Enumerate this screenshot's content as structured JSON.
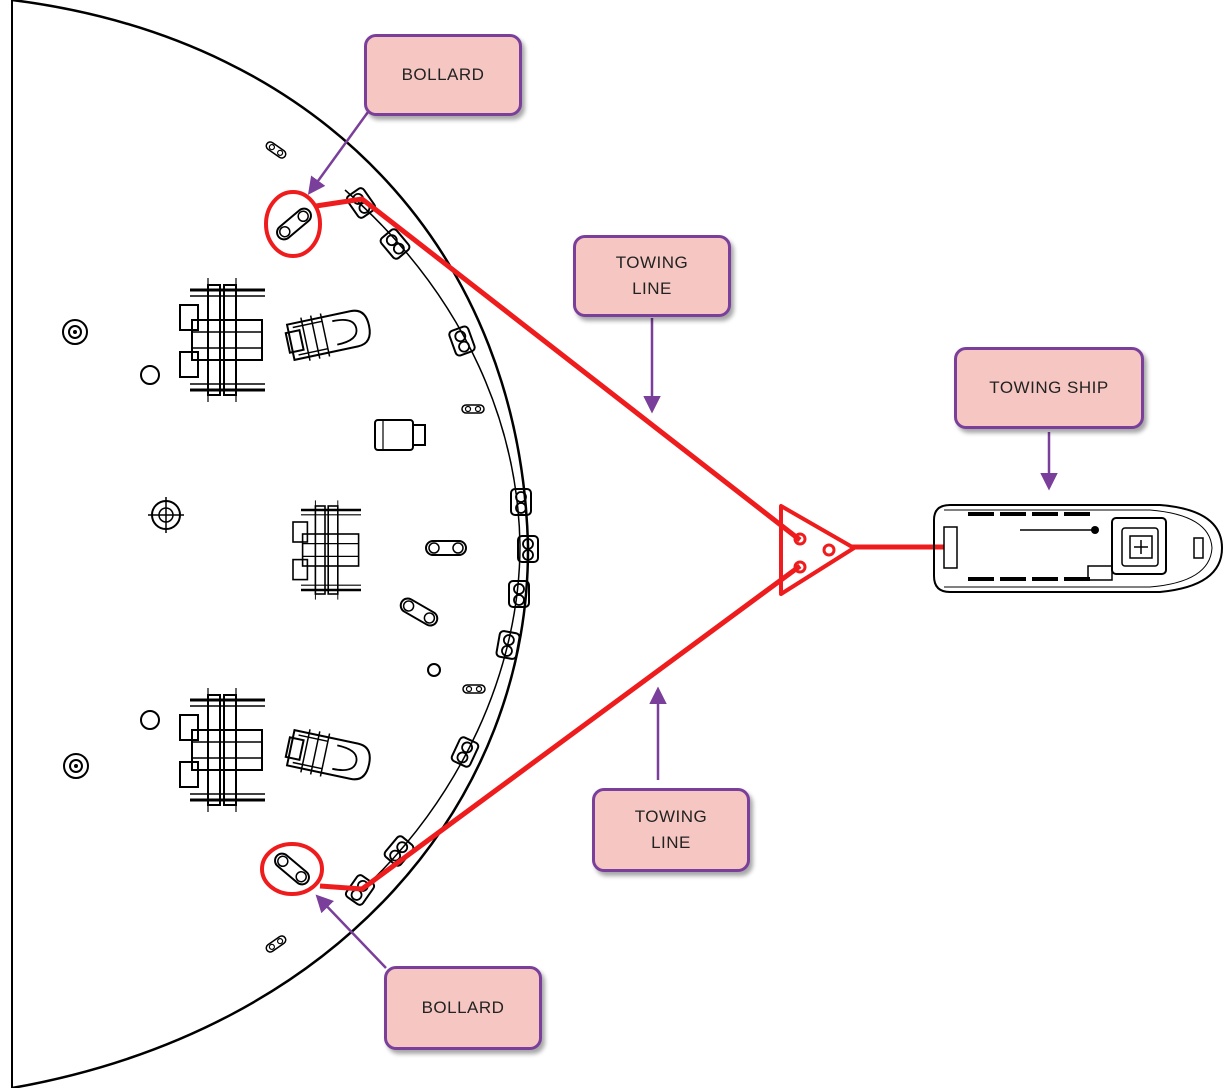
{
  "colors": {
    "towing_line": "#ee1c1c",
    "callout_fill": "#f6c7c2",
    "callout_border": "#7a3f9a",
    "arrow": "#7a3f9a",
    "deck_lines": "#000000"
  },
  "labels": {
    "bollard_top": "BOLLARD",
    "towing_line_top": "TOWING\nLINE",
    "towing_ship": "TOWING SHIP",
    "towing_line_bottom": "TOWING\nLINE",
    "bollard_bottom": "BOLLARD"
  },
  "icons": {
    "tug": "tug-boat-icon",
    "bollard": "bollard-icon",
    "winch": "winch-icon",
    "bridle_plate": "triangle-bridle-plate-icon"
  }
}
